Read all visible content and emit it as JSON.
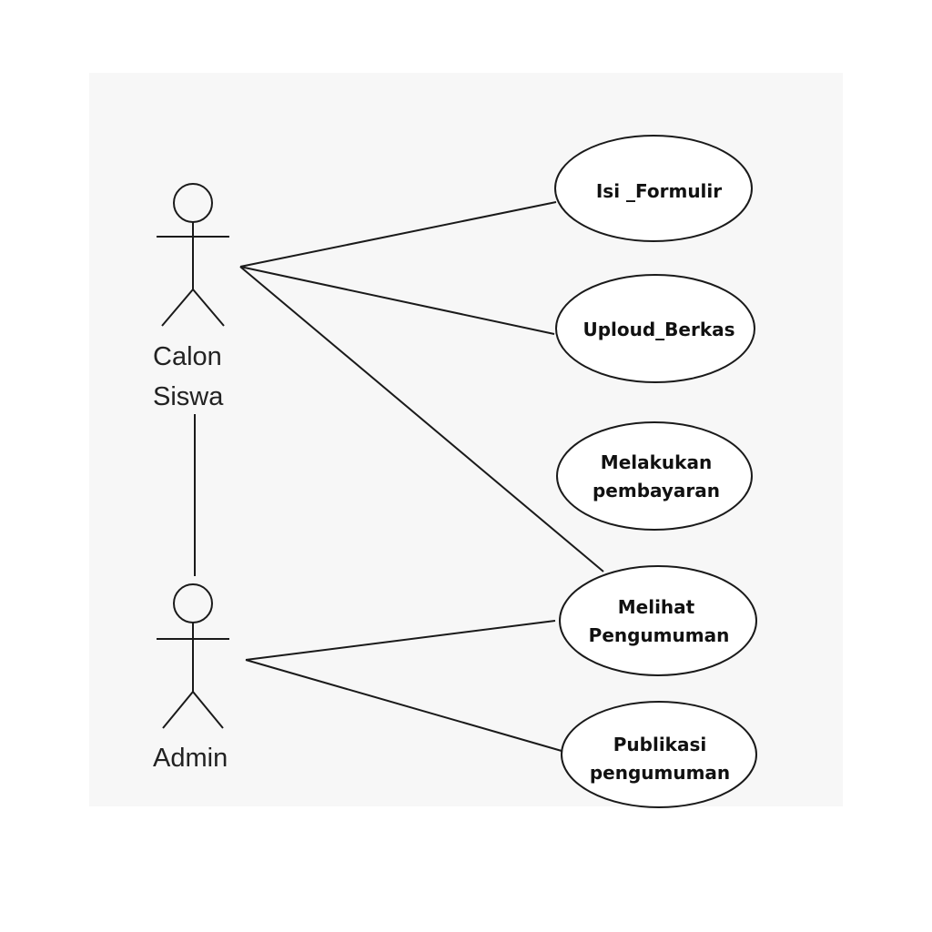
{
  "diagram": {
    "actors": [
      {
        "id": "calon_siswa",
        "label_lines": [
          "Calon",
          "Siswa"
        ]
      },
      {
        "id": "admin",
        "label_lines": [
          "Admin"
        ]
      }
    ],
    "use_cases": [
      {
        "id": "isi_formulir",
        "label_lines": [
          "Isi _Formulir"
        ]
      },
      {
        "id": "uploud_berkas",
        "label_lines": [
          "Uploud_Berkas"
        ]
      },
      {
        "id": "melakukan_pembayaran",
        "label_lines": [
          "Melakukan",
          "pembayaran"
        ]
      },
      {
        "id": "melihat_pengumuman",
        "label_lines": [
          "Melihat",
          "Pengumuman"
        ]
      },
      {
        "id": "publikasi_pengumuman",
        "label_lines": [
          "Publikasi",
          "pengumuman"
        ]
      }
    ],
    "associations": [
      {
        "from": "calon_siswa",
        "to": "isi_formulir"
      },
      {
        "from": "calon_siswa",
        "to": "uploud_berkas"
      },
      {
        "from": "calon_siswa",
        "to": "melihat_pengumuman"
      },
      {
        "from": "admin",
        "to": "melihat_pengumuman"
      },
      {
        "from": "admin",
        "to": "publikasi_pengumuman"
      },
      {
        "from": "calon_siswa",
        "to": "admin"
      }
    ]
  }
}
